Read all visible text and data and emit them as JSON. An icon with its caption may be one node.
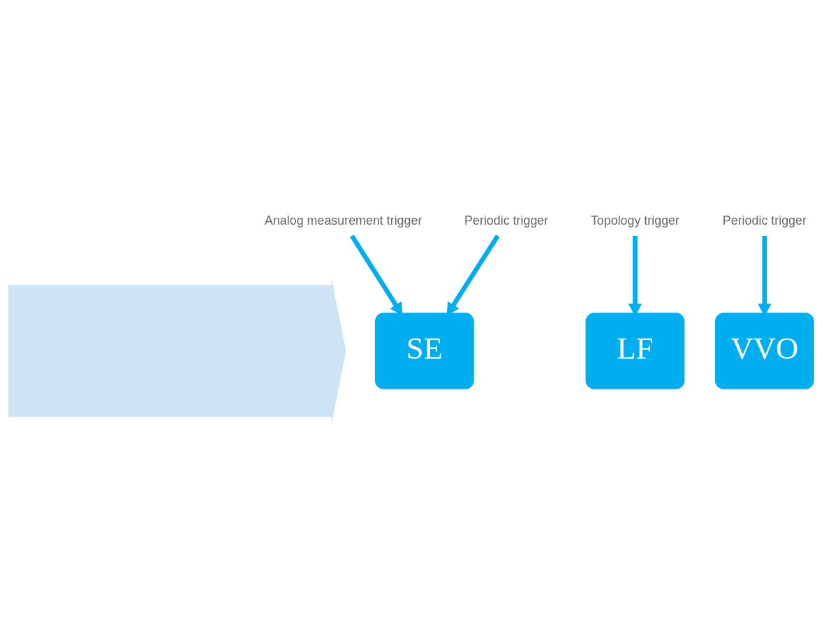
{
  "diagram": {
    "nodes": [
      {
        "text": [],
        "shape": "arrow"
      },
      {
        "text": [
          "Analog measurement trigger"
        ]
      },
      {
        "text": [
          "Periodic trigger"
        ]
      },
      {
        "text": [
          "Topology trigger"
        ]
      },
      {
        "text": [
          "Periodic trigger"
        ]
      },
      {
        "text": [
          "SE"
        ]
      },
      {
        "text": [
          "LF"
        ]
      },
      {
        "text": [
          "VVO"
        ]
      }
    ],
    "edges": [
      {
        "from": 1,
        "to": 5,
        "arrow": "to"
      },
      {
        "from": 2,
        "to": 5,
        "arrow": "to"
      },
      {
        "from": 3,
        "to": 6,
        "arrow": "to"
      },
      {
        "from": 4,
        "to": 7,
        "arrow": "to"
      }
    ]
  }
}
